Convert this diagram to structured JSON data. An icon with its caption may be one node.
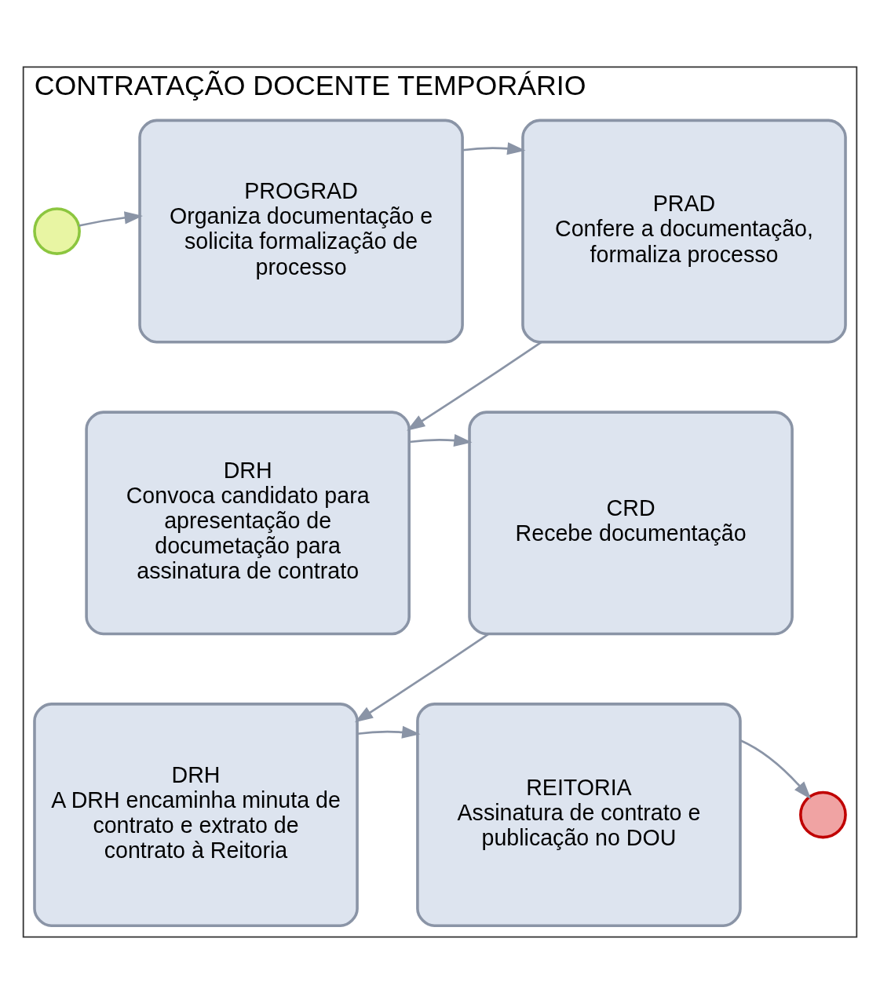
{
  "diagram": {
    "nodes": [
      {
        "text": [
          "CONTRATAÇÃO DOCENTE TEMPORÁRIO"
        ]
      },
      {
        "text": [],
        "shape": "circle",
        "in": 0
      },
      {
        "text": [
          "PROGRAD",
          "Organiza documentação e solicita formalização de processo"
        ],
        "in": 0
      },
      {
        "text": [
          "PRAD",
          "Confere a documentação, formaliza processo"
        ],
        "in": 0
      },
      {
        "text": [
          "DRH",
          "Convoca candidato para apresentação de documetação para assinatura de contrato"
        ],
        "in": 0
      },
      {
        "text": [
          "CRD",
          "Recebe documentação"
        ],
        "in": 0
      },
      {
        "text": [
          "DRH",
          "A DRH encaminha minuta de contrato e extrato de contrato à Reitoria"
        ],
        "in": 0
      },
      {
        "text": [
          "REITORIA",
          "Assinatura de contrato e publicação no DOU"
        ],
        "in": 0
      },
      {
        "text": [],
        "shape": "circle",
        "in": 0
      }
    ],
    "edges": [
      {
        "from": 1,
        "to": 2,
        "arrow": "to"
      },
      {
        "from": 2,
        "to": 3,
        "arrow": "to"
      },
      {
        "from": 3,
        "to": 4,
        "arrow": "to"
      },
      {
        "from": 4,
        "to": 5,
        "arrow": "to"
      },
      {
        "from": 5,
        "to": 6,
        "arrow": "to"
      },
      {
        "from": 6,
        "to": 7,
        "arrow": "to"
      },
      {
        "from": 7,
        "to": 8,
        "arrow": "to"
      }
    ]
  }
}
